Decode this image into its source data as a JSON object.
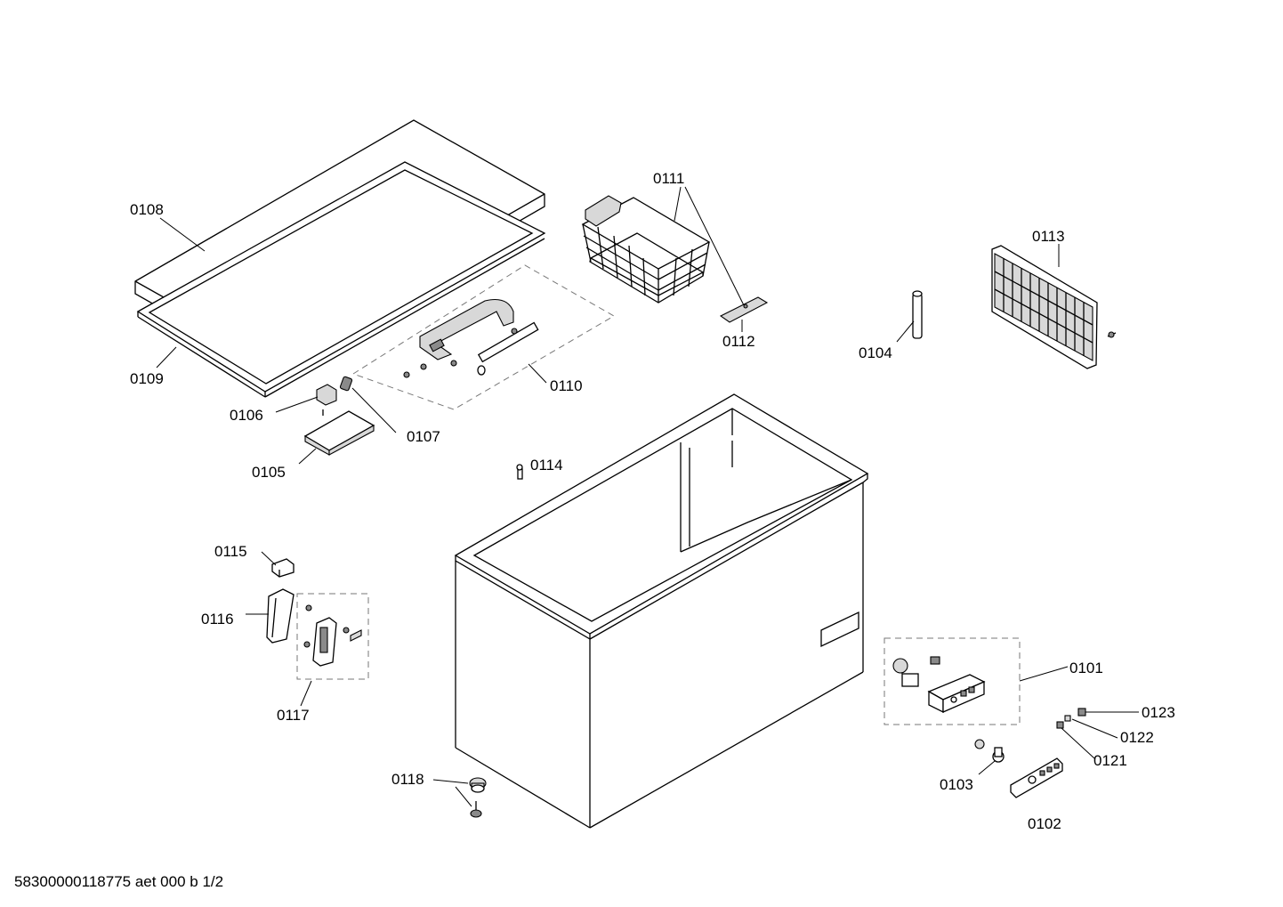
{
  "drawing": {
    "document_code": "58300000118775 aet 000 b 1/2",
    "colors": {
      "line": "#000000",
      "fill": "#ffffff",
      "shade": "#d8d8d8",
      "dark_shade": "#8a8a8a",
      "dashed": "#777777"
    },
    "labels": {
      "p0101": "0101",
      "p0102": "0102",
      "p0103": "0103",
      "p0104": "0104",
      "p0105": "0105",
      "p0106": "0106",
      "p0107": "0107",
      "p0108": "0108",
      "p0109": "0109",
      "p0110": "0110",
      "p0111": "0111",
      "p0112": "0112",
      "p0113": "0113",
      "p0114": "0114",
      "p0115": "0115",
      "p0116": "0116",
      "p0117": "0117",
      "p0118": "0118",
      "p0121": "0121",
      "p0122": "0122",
      "p0123": "0123"
    }
  }
}
